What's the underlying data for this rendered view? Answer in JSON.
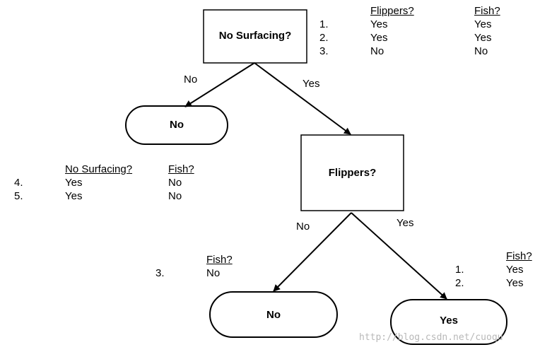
{
  "nodes": {
    "root": "No Surfacing?",
    "flippers": "Flippers?",
    "leaf_no_top": "No",
    "leaf_no_bottom": "No",
    "leaf_yes_bottom": "Yes"
  },
  "edges": {
    "root_no": "No",
    "root_yes": "Yes",
    "flippers_no": "No",
    "flippers_yes": "Yes"
  },
  "table_top": {
    "headers": [
      "Flippers?",
      "Fish?"
    ],
    "rows": [
      {
        "idx": "1.",
        "a": "Yes",
        "b": "Yes"
      },
      {
        "idx": "2.",
        "a": "Yes",
        "b": "Yes"
      },
      {
        "idx": "3.",
        "a": "No",
        "b": "No"
      }
    ]
  },
  "table_left": {
    "headers": [
      "No Surfacing?",
      "Fish?"
    ],
    "rows": [
      {
        "idx": "4.",
        "a": "Yes",
        "b": "No"
      },
      {
        "idx": "5.",
        "a": "Yes",
        "b": "No"
      }
    ]
  },
  "table_bottom_left": {
    "header": "Fish?",
    "rows": [
      {
        "idx": "3.",
        "a": "No"
      }
    ]
  },
  "table_bottom_right": {
    "header": "Fish?",
    "rows": [
      {
        "idx": "1.",
        "a": "Yes"
      },
      {
        "idx": "2.",
        "a": "Yes"
      }
    ]
  },
  "watermark": "http://blog.csdn.net/cuoqu"
}
